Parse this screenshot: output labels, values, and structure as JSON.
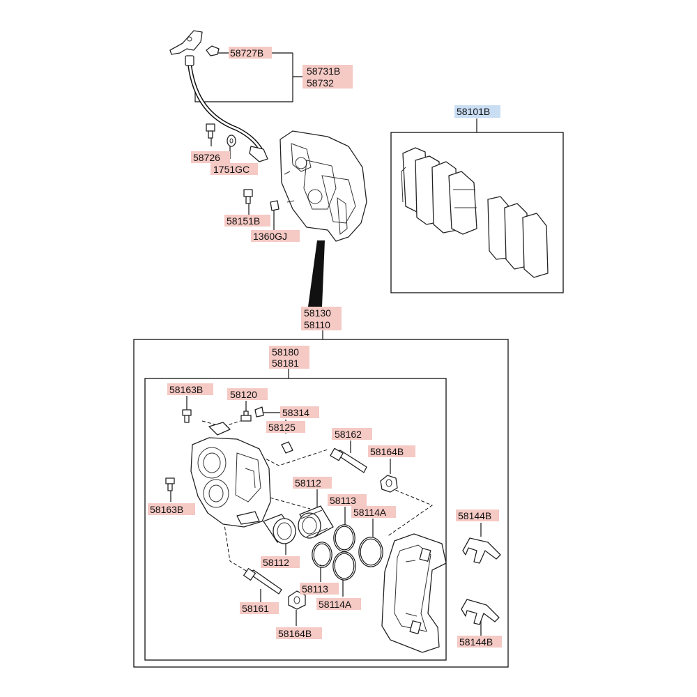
{
  "colors": {
    "label_highlight": "#f5c9c4",
    "label_highlight_blue": "#c9ddf3",
    "line": "#111111"
  },
  "labels": {
    "p58727B": "58727B",
    "p58731B": "58731B",
    "p58732": "58732",
    "p58726": "58726",
    "p1751GC": "1751GC",
    "p58151B": "58151B",
    "p1360GJ": "1360GJ",
    "p58101B": "58101B",
    "p58130": "58130",
    "p58110": "58110",
    "p58180": "58180",
    "p58181": "58181",
    "p58163B_top": "58163B",
    "p58120": "58120",
    "p58314": "58314",
    "p58125": "58125",
    "p58162": "58162",
    "p58164B_top": "58164B",
    "p58112_top": "58112",
    "p58113_top": "58113",
    "p58114A_top": "58114A",
    "p58163B_bottom": "58163B",
    "p58144B_top": "58144B",
    "p58112_bottom": "58112",
    "p58113_bottom": "58113",
    "p58114A_bottom": "58114A",
    "p58161": "58161",
    "p58164B_bottom": "58164B",
    "p58144B_bottom": "58144B"
  }
}
